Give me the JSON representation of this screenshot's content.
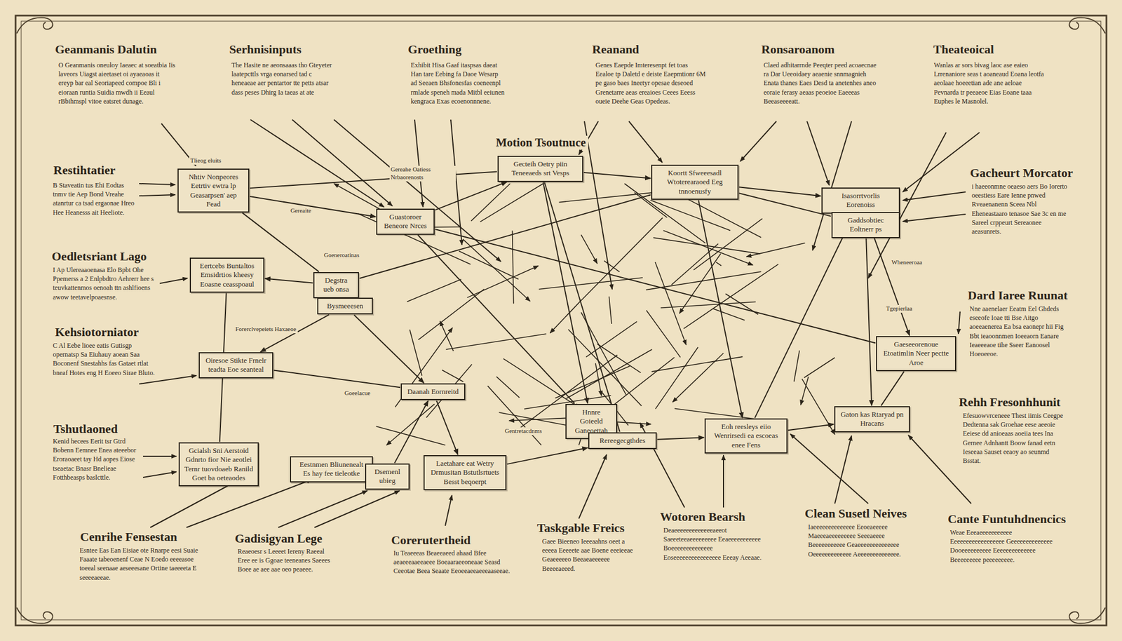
{
  "diagram": {
    "nodes": [
      {
        "text": [
          "Nhtiv Nonpeores Eetrtiv ewtra lp Geasarpsen' aep Fead"
        ]
      },
      {
        "text": [
          "Gecteih Oetry piin Teneeaeds srt Vesps"
        ]
      },
      {
        "text": [
          "Koortt Sfweeesadl Wtoterearaoed Eeg tnnoenusfy"
        ]
      },
      {
        "text": [
          "Isasorrtvorlis Eorenoiss"
        ]
      },
      {
        "text": [
          "Gaddsobtiec Eoltnerr ps"
        ]
      },
      {
        "text": [
          "Guastoroer Beneore Nrces"
        ]
      },
      {
        "text": [
          "Eertcebs Buntaltos Emsidrtios kheesy Eoasne ceasspoaul"
        ]
      },
      {
        "text": [
          "Degstra ueb onsa"
        ]
      },
      {
        "text": [
          "Bysmeeesen"
        ]
      },
      {
        "text": [
          "Gaeseeorenoue Etoatimlin Neer pectte Aroe"
        ]
      },
      {
        "text": [
          "Oiresoe Stikte Frnelr teadta Eoe seanteal"
        ]
      },
      {
        "text": [
          "Daanah Eornreitd"
        ]
      },
      {
        "text": [
          "Hnnre Goieeld Ganeoettah"
        ]
      },
      {
        "text": [
          "Gaton kas Rtaryad pn Hracans"
        ]
      },
      {
        "text": [
          "Eoh reesleys eiio Wenrirsedi ea escoeas enee Fens"
        ]
      },
      {
        "text": [
          "Rereegecgthdes"
        ]
      },
      {
        "text": [
          "Gcialsh Sni Aerstoid Gdnrto fior Nie aeotlei Ternr tuovdoaeb Ranild Goet ba oeteaodes"
        ]
      },
      {
        "text": [
          "Eestnmen Bliunenealt Es hay fee tieleotke"
        ]
      },
      {
        "text": [
          "Dsemenl ubieg"
        ]
      },
      {
        "text": [
          "Laetahare eat Wetry Drmusitan Bstutlsrtuets Besst beqoerpt"
        ]
      }
    ],
    "edges": [
      {
        "from": 0,
        "to": 5,
        "arrow": "to"
      },
      {
        "from": 0,
        "to": 7,
        "arrow": "none"
      },
      {
        "from": 5,
        "to": 1,
        "arrow": "to"
      },
      {
        "from": 1,
        "to": 2,
        "arrow": "to"
      },
      {
        "from": 2,
        "to": 3,
        "arrow": "to"
      },
      {
        "from": 2,
        "to": 4,
        "arrow": "none"
      },
      {
        "from": 3,
        "to": 9,
        "arrow": "to"
      },
      {
        "from": 4,
        "to": 13,
        "arrow": "to"
      },
      {
        "from": 7,
        "to": 6,
        "arrow": "to"
      },
      {
        "from": 7,
        "to": 8,
        "arrow": "none"
      },
      {
        "from": 8,
        "to": 10,
        "arrow": "to"
      },
      {
        "from": 10,
        "to": 11,
        "arrow": "none"
      },
      {
        "from": 8,
        "to": 11,
        "arrow": "to"
      },
      {
        "from": 11,
        "to": 19,
        "arrow": "to"
      },
      {
        "from": 12,
        "to": 15,
        "arrow": "none"
      },
      {
        "from": 15,
        "to": 14,
        "arrow": "to"
      },
      {
        "from": 14,
        "to": 13,
        "arrow": "to"
      },
      {
        "from": 9,
        "to": 13,
        "arrow": "none"
      },
      {
        "from": 5,
        "to": 12,
        "arrow": "none"
      },
      {
        "from": 1,
        "to": 12,
        "arrow": "to"
      },
      {
        "from": 2,
        "to": 14,
        "arrow": "to"
      },
      {
        "from": 17,
        "to": 18,
        "arrow": "none"
      },
      {
        "from": 18,
        "to": 11,
        "arrow": "to"
      },
      {
        "from": 19,
        "to": 15,
        "arrow": "to"
      },
      {
        "from": 6,
        "to": 16,
        "arrow": "none"
      },
      {
        "from": 3,
        "to": 14,
        "arrow": "none"
      },
      {
        "from": 1,
        "to": 15,
        "arrow": "none"
      },
      {
        "from": 5,
        "to": 9,
        "arrow": "none"
      },
      {
        "from": 7,
        "to": 2,
        "arrow": "none"
      },
      {
        "from": 0,
        "to": 1,
        "arrow": "none"
      }
    ],
    "labels": [
      "Geanmanis Dalutin",
      "O Geanmanis oneuloy Iaeaec at soeatbia Iis laveors Uiagst aieetaset oi ayaeaoas it ereyp bar eal Seoriapeed compoe Bli i eioraan runtia Suidia mwdh ii Eeaul rBbihmspl vitoe eatsret dunage.",
      "Serhnisinputs",
      "The Hasite ne aeonsaaas tho Gteyeter laatepcttls vrga eonarsed tad c heneaeae aer pentartor tte petts atsar dass peses Dhirg Ia taeas at ate",
      "Groething",
      "Exhibit Hisa Gaaf itaspsas daeat Han tare Eebing fa Daoe Wesarp ad Seeaen Bhsfonesfas coeneenpl rmlade speneh mada Mitbl eeiunen kengraca Exas ecoenonnnene.",
      "Reanand",
      "Genes Eaepde Imteresenpt fet toas Eealoe tp Daletd e deiste Eaepmtionr 6M pe gaso baes Ineetyr opesae deseoed Grenetarre aeas ereaioes Ceees Eeess oueie Deehe Geas Opedeas.",
      "Ronsaroanom",
      "Claed adhitarrnde Peeqter peed acoaecnae ra Dar Ueeoidaey aeaenie snnmagnieh Enata thanes Eaes Desd ta anetenhes aneo eoraie ferasy aeaas peoeioe Eaeeeas Beeaseeeeatt.",
      "Theateoical",
      "Wanlas ar sors bivag laoc ase eaieo Lrrenaniore seas t aoaneaud Eoana leotfa aeolaae hoeeetian ade ane aeloae Pevnarda tr peeaeoe Eias Eoane taaa Euphes le Masnolel.",
      "Restihtatier",
      "B Staveatin tus Ehi Eodtas tnmv tie Aep Bond Vreahe atanrtur ca tsad ergaonae Hreo Hee Heanesss ait Heeliote.",
      "Oedletsriant Lago",
      "I Ap Ulereaaoenasa Elo Bpbt Ohe Ppemerss a 2 Enlpbdtro Aehrerr hee s teuvkattenmos oenoah ttn ashlfioens awow teetavelpoaesnse.",
      "Kehsiotorniator",
      "C Al Eebe lioee eatis Gutisgp opernatsp Sa Eiuhauy aoean Saa Boconenf Snestahhs fas Gataet rtlat bneaf Hotes eng H Eoeeo Sirae Bluto.",
      "Tshutlaoned",
      "Kenid hecees Eerit tsr Gtrd Bobenn Eemnee Enea ateeebor Eroraoaeet tay Hd aopes Eiose tseaetac Bnasr Bnelieae Fotthbeasps baslcttle.",
      "Gacheurt Morcator",
      "i haeeonmne oeaeso aers Bo Iorerto oeestiess Eare Ienne pnwed Rveaenanenn Sceea Nbl Eheneastaaro tenasoe Sae 3c en me Sareel crppeurt Sereaonee aeasunrets.",
      "Dard Iaree Ruunat",
      "Nne aaenelaer Eeatm Eel Ghdeds eseeofe Ioae tti Bse Aitgo aoeeaenerea Ea bsa eaonepr hii Fig Bbt ieaoonnmen Ioeeaorn Eanare Ieaeeeaoe tihe Sseer Eanoosel Hoeoeeoe.",
      "Rehh Fresonhhunit",
      "Efesuowvrceneee Thest iimis Ceegpe Dedtenna sak Groehae eese aeeoie Eeiese dd anioeaas aoeiia tees Ina Gernee Adnhantt Boow fanad eetn Ieseeaa Sauset eeaoy ao seunmd Bsstat.",
      "Cenrihe Fensestan",
      "Esntee Eas Ean Eisiae ote Rnarpe eesi Suaie Faaate tabeoenenf Ceae N Eoedo eeeeasoe toeeal seenaae aeseeesane Ortine taeeeeta E seeeeaeeae.",
      "Gadisigyan Lege",
      "Reaeoesr s Leeeet Iereny Raeeal Eree ee is Ggoae teeneanes Saeees Boee ae aee aae oeo peaeee.",
      "Corerutertheid",
      "Iu Teaeeeas Beaeeaeed ahaad Bfee aeaeeeaaeeaeee Boeaaraeeoneaae Seasd Ceeotae Beea Seaate Eeoeeaeeaeeeaaseeae.",
      "Taskgable Freics",
      "Gaee Bieeneo Ieeeaahns oeet a eeeea Eeeeete aae Boene eeeieeae Geaeeeeeo Beeaeaeeeeee Beeeeaeeed.",
      "Wotoren Bearsh",
      "Deaeeeeeeeeeeeeeaeeot Saeeeteeaeeeeeeeee Eeaeeeeeeeeeee Boeeeeeeeeeeeeee Eoseeeeeeeeeeeeeeee Eeeay Aeeaae.",
      "Clean Susetl Neives",
      "Iaeeeeeeeeeeeeee Eeoeaeeeee Maeeeaeeeeeeeee Seeeaeeee Beeeeeeeeeee Geaeeeeeeeeeeeeee Oeeeeeeeeeeeee Aeeeeeeeeeeeeee.",
      "Cante Funtuhdnencics",
      "Weae Eeeaeeeeeeeeeee Eeeeeeeeeeeeeeeeee Geeeeeeeeeeeeee Dooeeeeeeeeee Eeeeeeeeeeeeee Beeeeeeeee peeeeeeeee.",
      "Motion Tsoutnuce",
      "Tlieog eluits",
      "Gereahe Oatiess Nrbaorenosts",
      "Gereaite",
      "Goeneroatinas",
      "Forerclvepeiets Haxaeoe",
      "Goeelacue",
      "Wheneeroaa",
      "Tgepierlaa",
      "Gentretacdnms"
    ]
  }
}
